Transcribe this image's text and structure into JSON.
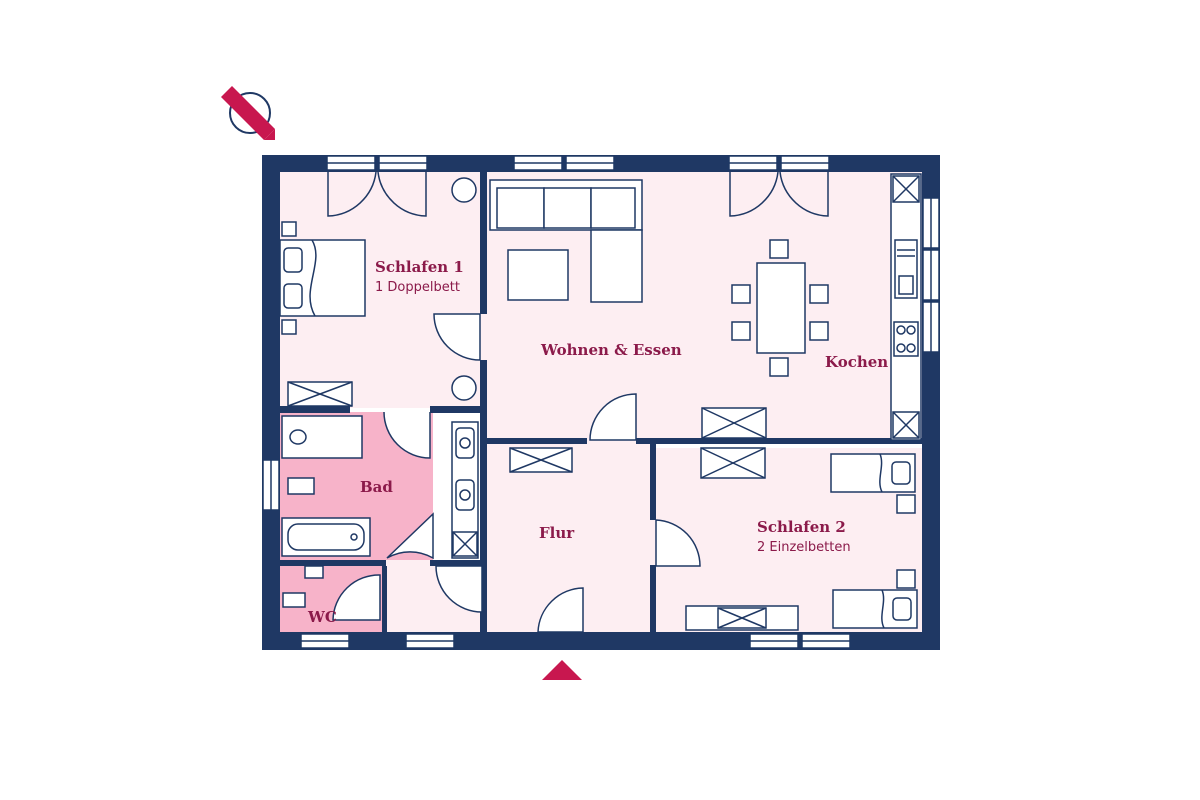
{
  "rooms": {
    "schlafen1": {
      "title": "Schlafen 1",
      "subtitle": "1 Doppelbett"
    },
    "wohnen": {
      "title": "Wohnen & Essen"
    },
    "kochen": {
      "title": "Kochen"
    },
    "bad": {
      "title": "Bad"
    },
    "flur": {
      "title": "Flur"
    },
    "schlafen2": {
      "title": "Schlafen 2",
      "subtitle": "2 Einzelbetten"
    },
    "wc": {
      "title": "WC"
    }
  },
  "colors": {
    "wall": "#1f3864",
    "room_fill": "#fdeef2",
    "wet_room_fill": "#f7b3c9",
    "accent": "#c8174f",
    "label": "#8b1a4a"
  },
  "icons": {
    "north_marker": "compass-north-icon",
    "entrance_marker": "entrance-arrow-icon"
  }
}
